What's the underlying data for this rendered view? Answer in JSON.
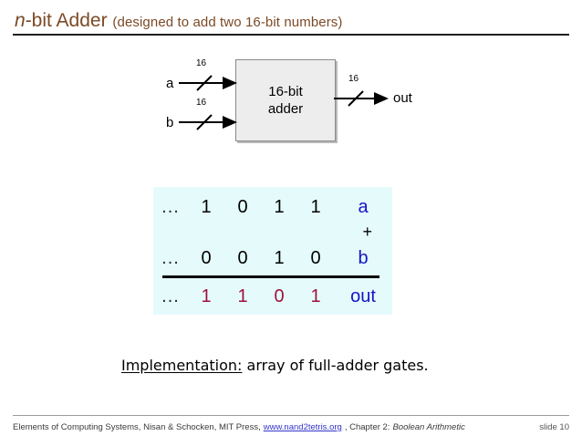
{
  "slide": {
    "title_italic": "n",
    "title_main": "-bit Adder",
    "title_sub": "(designed to add two 16-bit numbers)"
  },
  "diagram": {
    "box_label_line1": "16-bit",
    "box_label_line2": "adder",
    "input_a_label": "a",
    "input_a_width": "16",
    "input_b_label": "b",
    "input_b_width": "16",
    "output_label": "out",
    "output_width": "16"
  },
  "bit_table": {
    "plus": "+",
    "rows": [
      {
        "ellipsis": "...",
        "digits": [
          "1",
          "0",
          "1",
          "1"
        ],
        "name": "a",
        "digit_color": "#000000",
        "name_color": "#1414c8"
      },
      {
        "ellipsis": "...",
        "digits": [
          "0",
          "0",
          "1",
          "0"
        ],
        "name": "b",
        "digit_color": "#000000",
        "name_color": "#1414c8"
      },
      {
        "ellipsis": "...",
        "digits": [
          "1",
          "1",
          "0",
          "1"
        ],
        "name": "out",
        "digit_color": "#a0103c",
        "name_color": "#1414c8"
      }
    ],
    "background_color": "#e5fbfb"
  },
  "implementation": {
    "label": "Implementation:",
    "text": " array of full-adder gates."
  },
  "footer": {
    "citation_prefix": "Elements of Computing Systems, Nisan & Schocken, MIT Press,",
    "link": "www.nand2tetris.org",
    "citation_suffix": ", Chapter 2:",
    "chapter_title": "Boolean Arithmetic",
    "slide_number": "slide 10"
  },
  "colors": {
    "title": "#7B4A26",
    "accent_blue": "#1414c8",
    "accent_crimson": "#a0103c",
    "table_bg": "#e5fbfb",
    "link": "#3333cc"
  }
}
